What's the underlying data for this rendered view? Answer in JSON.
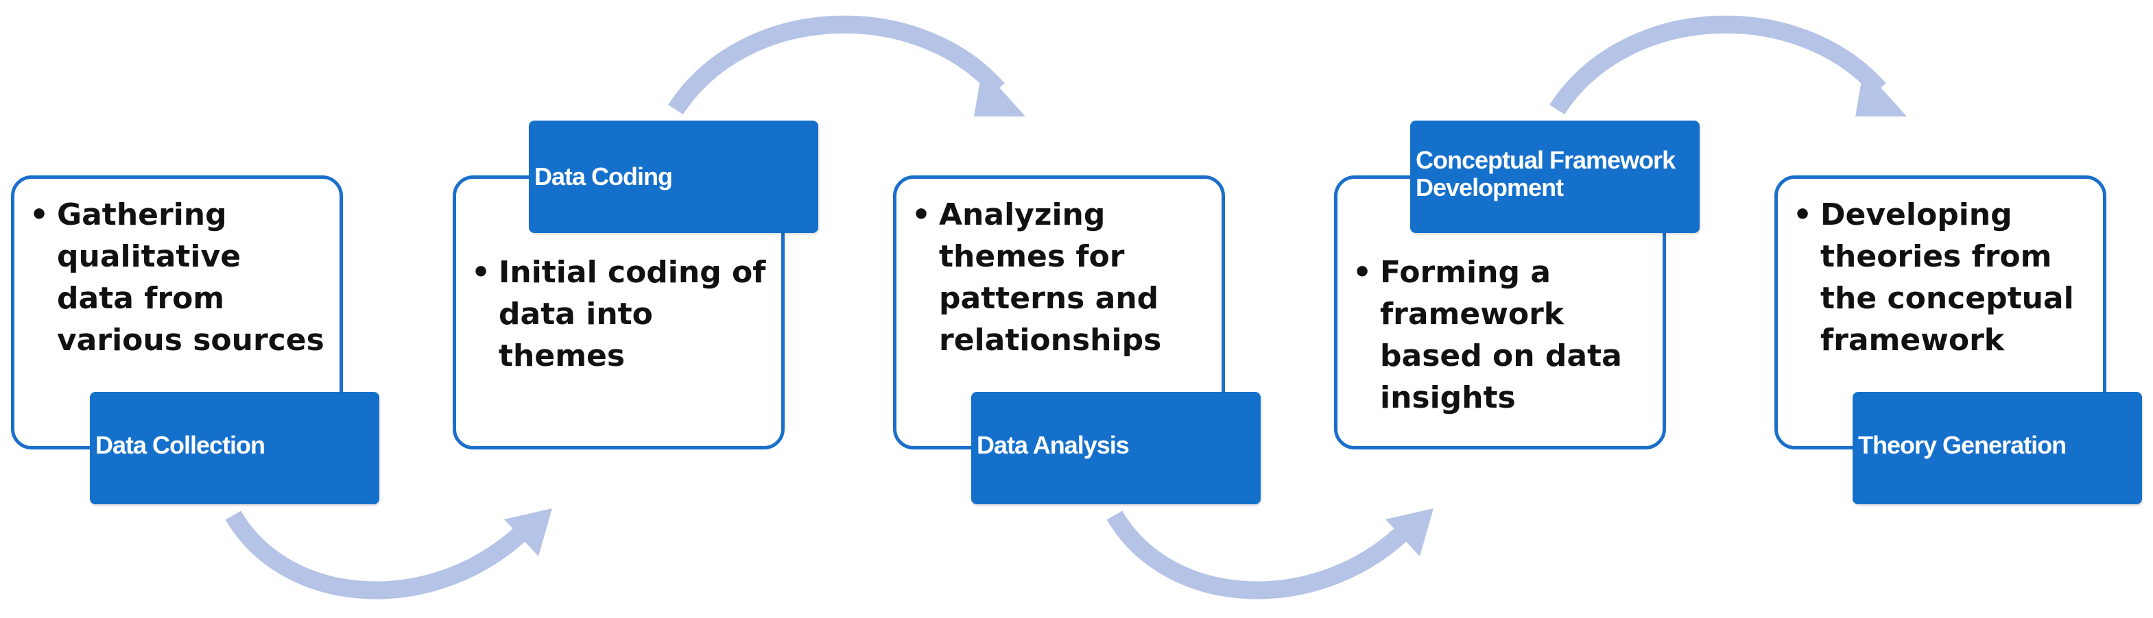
{
  "colors": {
    "box_border": "#1b6fca",
    "label_fill": "#1570cc",
    "label_text": "#ffffff",
    "arrow": "#b4c3e6",
    "bullet_text": "#111111"
  },
  "steps": [
    {
      "label": "Data Collection",
      "bullet": "Gathering qualitative data from various sources"
    },
    {
      "label": "Data Coding",
      "bullet": "Initial coding of data into themes"
    },
    {
      "label": "Data Analysis",
      "bullet": "Analyzing themes for patterns and relationships"
    },
    {
      "label": "Conceptual Framework Development",
      "bullet": "Forming a framework based on data insights"
    },
    {
      "label": "Theory Generation",
      "bullet": "Developing theories from the conceptual framework"
    }
  ]
}
